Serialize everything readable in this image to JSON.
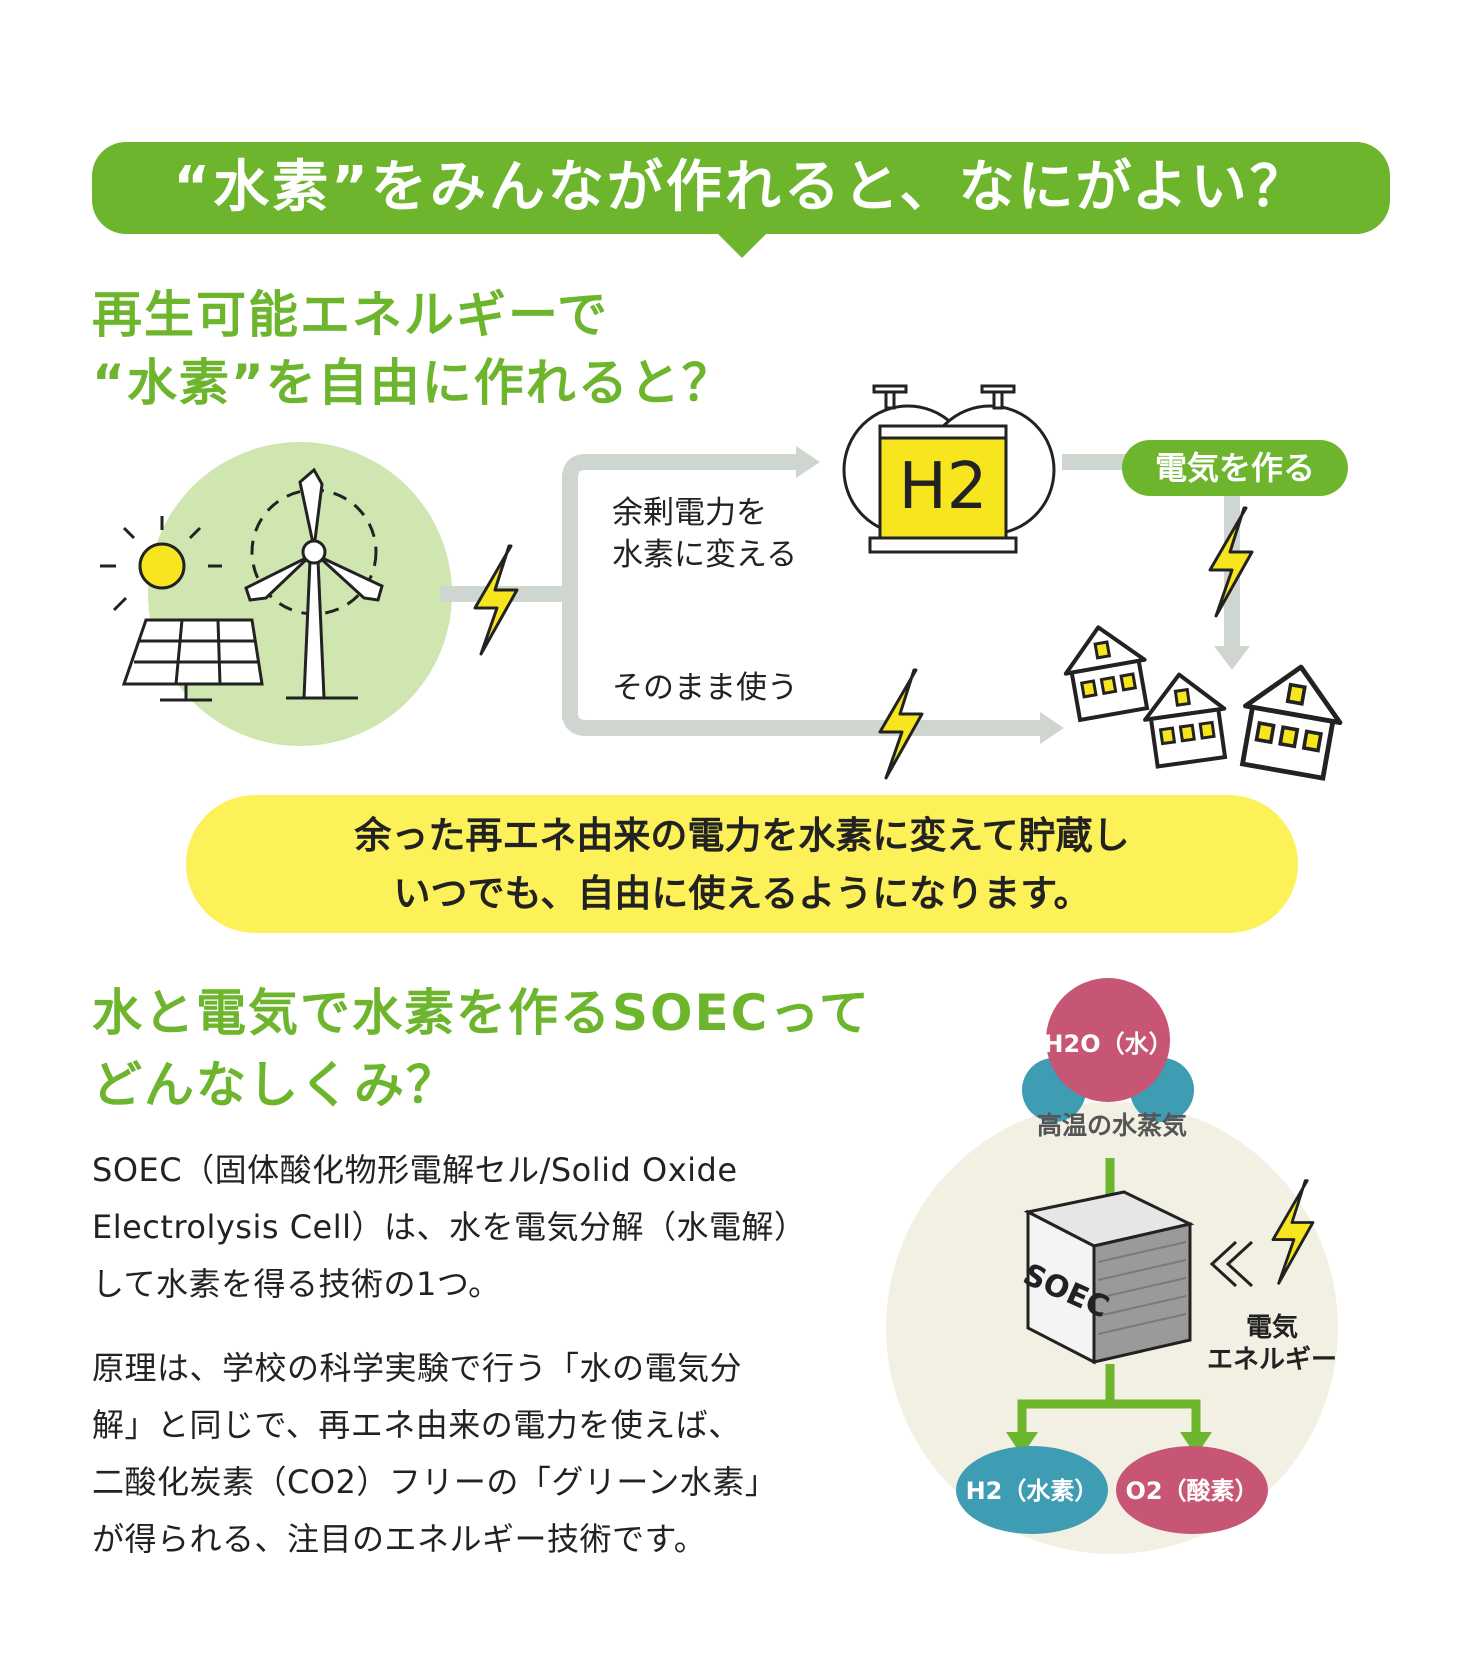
{
  "banner": {
    "title": "“水素”をみんなが作れると、なにがよい？"
  },
  "section1": {
    "heading_line1": "再生可能エネルギーで",
    "heading_line2": "“水素”を自由に作れると？",
    "label_surplus_line1": "余剰電力を",
    "label_surplus_line2": "水素に変える",
    "label_direct": "そのまま使う",
    "make_electricity": "電気を作る",
    "tank_label": "H2",
    "summary_line1": "余った再エネ由来の電力を水素に変えて貯蔵し",
    "summary_line2": "いつでも、自由に使えるようになります。"
  },
  "section2": {
    "heading_line1": "水と電気で水素を作るSOECって",
    "heading_line2": "どんなしくみ？",
    "para1_line1": "SOEC（固体酸化物形電解セル/Solid Oxide",
    "para1_line2": "Electrolysis Cell）は、水を電気分解（水電解）",
    "para1_line3": "して水素を得る技術の1つ。",
    "para2_line1": "原理は、学校の科学実験で行う「水の電気分",
    "para2_line2": "解」と同じで、再エネ由来の電力を使えば、",
    "para2_line3": "二酸化炭素（CO2）フリーの「グリーン水素」",
    "para2_line4": "が得られる、注目のエネルギー技術です。"
  },
  "soec": {
    "input_label": "H2O（水）",
    "steam_label": "高温の水蒸気",
    "box_label": "SOEC",
    "energy_line1": "電気",
    "energy_line2": "エネルギー",
    "output_h2": "H2（水素）",
    "output_o2": "O2（酸素）"
  },
  "colors": {
    "green": "#6cb52d",
    "light_green": "#cfe6b0",
    "yellow": "#fdf15a",
    "bolt_yellow": "#f6e51f",
    "gray_arrow": "#cfd6cf",
    "beige_circle": "#f2f0e3",
    "pink": "#c75574",
    "teal": "#3f9db3"
  }
}
